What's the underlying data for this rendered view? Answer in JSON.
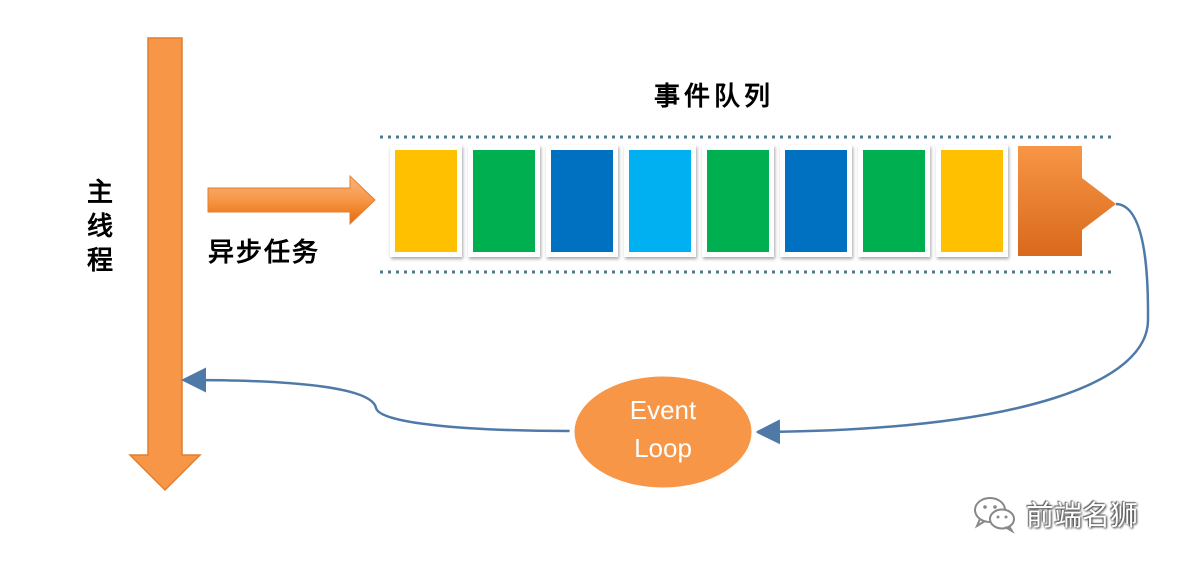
{
  "labels": {
    "main_thread": "主线程",
    "async_task": "异步任务",
    "event_queue": "事件队列",
    "event_loop_line1": "Event",
    "event_loop_line2": "Loop"
  },
  "queue_blocks": [
    {
      "color": "#FFC000"
    },
    {
      "color": "#00B050"
    },
    {
      "color": "#0070C0"
    },
    {
      "color": "#00B0F0"
    },
    {
      "color": "#00B050"
    },
    {
      "color": "#0070C0"
    },
    {
      "color": "#00B050"
    },
    {
      "color": "#FFC000"
    }
  ],
  "colors": {
    "arrow_orange": "#F79646",
    "arrow_orange_dark": "#E46C0A",
    "connector_blue": "#4F7AA8",
    "dotted_line": "#4A7A8C",
    "loop_fill": "#F79646"
  },
  "watermark": {
    "icon": "wechat-icon",
    "text": "前端名狮"
  }
}
